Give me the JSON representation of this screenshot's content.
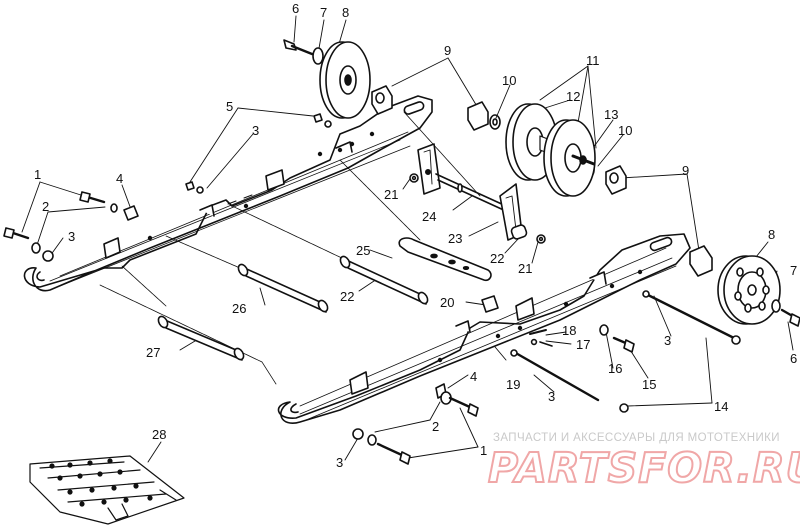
{
  "diagram": {
    "callouts": {
      "c1a": "1",
      "c1b": "1",
      "c2a": "2",
      "c2b": "2",
      "c3a": "3",
      "c3b": "3",
      "c3c": "3",
      "c3d": "3",
      "c3e": "3",
      "c4a": "4",
      "c4b": "4",
      "c5": "5",
      "c6a": "6",
      "c6b": "6",
      "c7a": "7",
      "c7b": "7",
      "c8a": "8",
      "c8b": "8",
      "c9a": "9",
      "c9b": "9",
      "c10a": "10",
      "c10b": "10",
      "c11": "11",
      "c12": "12",
      "c13": "13",
      "c14": "14",
      "c15": "15",
      "c16": "16",
      "c17": "17",
      "c18": "18",
      "c19": "19",
      "c20": "20",
      "c21a": "21",
      "c21b": "21",
      "c22a": "22",
      "c22b": "22",
      "c23": "23",
      "c24": "24",
      "c25": "25",
      "c26": "26",
      "c27": "27",
      "c28": "28"
    }
  },
  "watermark": {
    "caption": "ЗАПЧАСТИ И АКСЕССУАРЫ ДЛЯ МОТОТЕХНИКИ",
    "logo": "PARTSFOR.RU",
    "logo_color": "#f0a7a7"
  }
}
